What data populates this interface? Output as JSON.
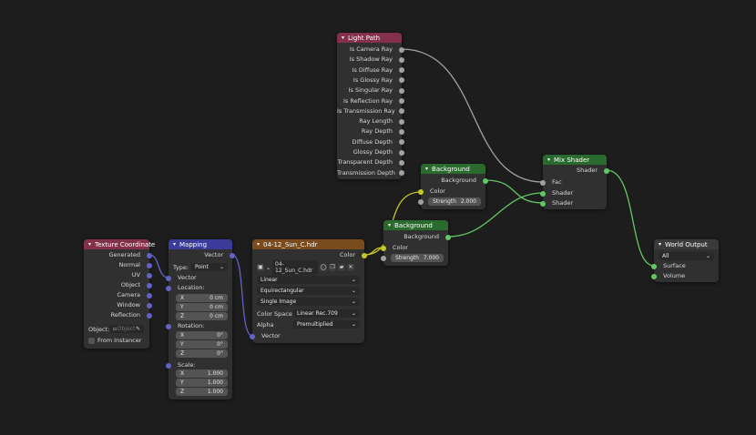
{
  "colors": {
    "background": "#1d1d1d",
    "node_body": "#303030",
    "header_input": "#83314a",
    "header_vector": "#3b3b9a",
    "header_texture": "#7a4b1c",
    "header_shader": "#2b6a2e",
    "socket_grey": "#a1a1a1",
    "socket_green": "#63c763",
    "socket_yellow": "#c7c729",
    "socket_purple": "#6363c7"
  },
  "light_path": {
    "title": "Light Path",
    "outputs": [
      "Is Camera Ray",
      "Is Shadow Ray",
      "Is Diffuse Ray",
      "Is Glossy Ray",
      "Is Singular Ray",
      "Is Reflection Ray",
      "Is Transmission Ray",
      "Ray Length",
      "Ray Depth",
      "Diffuse Depth",
      "Glossy Depth",
      "Transparent Depth",
      "Transmission Depth"
    ]
  },
  "background_1": {
    "title": "Background",
    "output": "Background",
    "color_label": "Color",
    "strength_label": "Strength",
    "strength_value": "2.000"
  },
  "background_2": {
    "title": "Background",
    "output": "Background",
    "color_label": "Color",
    "strength_label": "Strength",
    "strength_value": "7.000"
  },
  "mix_shader": {
    "title": "Mix Shader",
    "output": "Shader",
    "fac": "Fac",
    "shader_a": "Shader",
    "shader_b": "Shader"
  },
  "world_output": {
    "title": "World Output",
    "target": "All",
    "surface": "Surface",
    "volume": "Volume"
  },
  "texture_coordinate": {
    "title": "Texture Coordinate",
    "outputs": [
      "Generated",
      "Normal",
      "UV",
      "Object",
      "Camera",
      "Window",
      "Reflection"
    ],
    "object_label": "Object:",
    "object_placeholder": "Object",
    "from_instancer": "From Instancer"
  },
  "mapping": {
    "title": "Mapping",
    "output": "Vector",
    "type_label": "Type:",
    "type_value": "Point",
    "vector": "Vector",
    "location": {
      "label": "Location:",
      "x": "0 cm",
      "y": "0 cm",
      "z": "0 cm"
    },
    "rotation": {
      "label": "Rotation:",
      "x": "0°",
      "y": "0°",
      "z": "0°"
    },
    "scale": {
      "label": "Scale:",
      "x": "1.000",
      "y": "1.000",
      "z": "1.000"
    },
    "axis_x": "X",
    "axis_y": "Y",
    "axis_z": "Z"
  },
  "env_texture": {
    "title": "04-12_Sun_C.hdr",
    "output": "Color",
    "image_name": "04-12_Sun_C.hdr",
    "interpolation": "Linear",
    "projection": "Equirectangular",
    "source": "Single Image",
    "color_space_label": "Color Space",
    "color_space": "Linear Rec.709",
    "alpha_label": "Alpha",
    "alpha": "Premultiplied",
    "vector": "Vector"
  },
  "icons": {
    "collapse": "chevron-down-icon",
    "image": "image-icon",
    "fake_user": "shield-icon",
    "duplicate": "duplicate-icon",
    "open": "folder-icon",
    "unlink": "close-icon",
    "eyedropper": "eyedropper-icon"
  }
}
